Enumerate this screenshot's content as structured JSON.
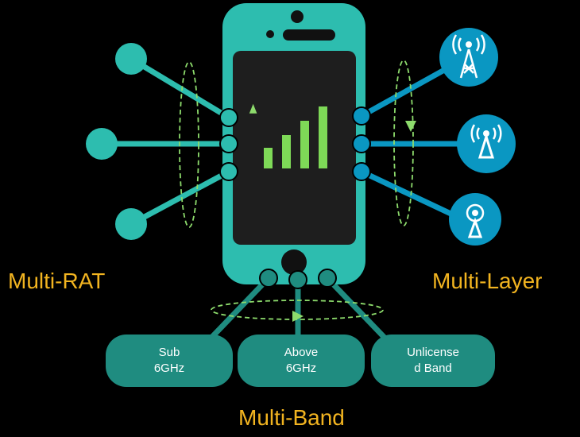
{
  "colors": {
    "background": "#000000",
    "phone_teal": "#2DBDAF",
    "screen_dark": "#1E1E1E",
    "bars_green": "#7ED957",
    "tower_blue": "#0A97C2",
    "pill_teal": "#1F8C80",
    "label_gold": "#F2B420",
    "arrow_green": "#8DDB6C"
  },
  "labels": {
    "multi_rat": "Multi-RAT",
    "multi_layer": "Multi-Layer",
    "multi_band": "Multi-Band"
  },
  "bands": [
    {
      "line1": "Sub",
      "line2": "6GHz"
    },
    {
      "line1": "Above",
      "line2": "6GHz"
    },
    {
      "line1": "Unlicense",
      "line2": "d Band"
    }
  ],
  "icons": {
    "towers": [
      "antenna-tower-icon",
      "small-cell-tower-icon",
      "access-point-icon"
    ],
    "signal": "signal-strength-icon"
  },
  "signal_level": {
    "bars_total": 4,
    "bars_filled": 4
  }
}
